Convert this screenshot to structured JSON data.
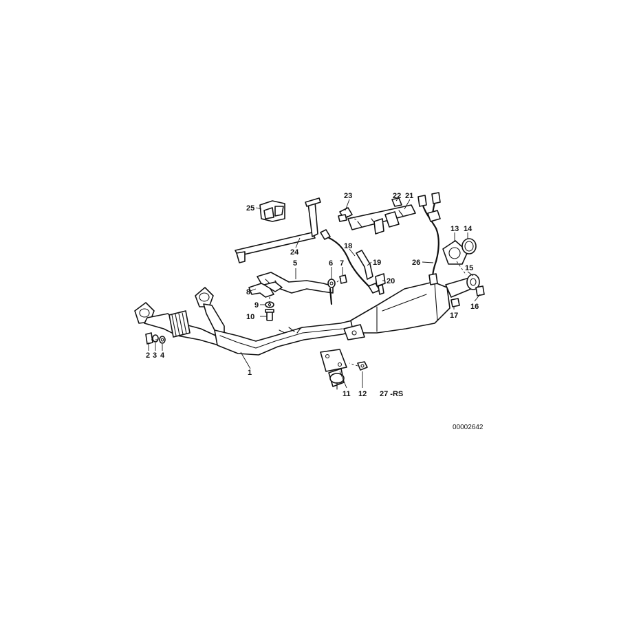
{
  "callouts": [
    "1",
    "2",
    "3",
    "4",
    "5",
    "6",
    "7",
    "8",
    "9",
    "10",
    "11",
    "12",
    "13",
    "14",
    "15",
    "16",
    "17",
    "18",
    "19",
    "20",
    "21",
    "22",
    "23",
    "24",
    "25",
    "26"
  ],
  "diagram_code": "27 -RS",
  "document_number": "00002642"
}
